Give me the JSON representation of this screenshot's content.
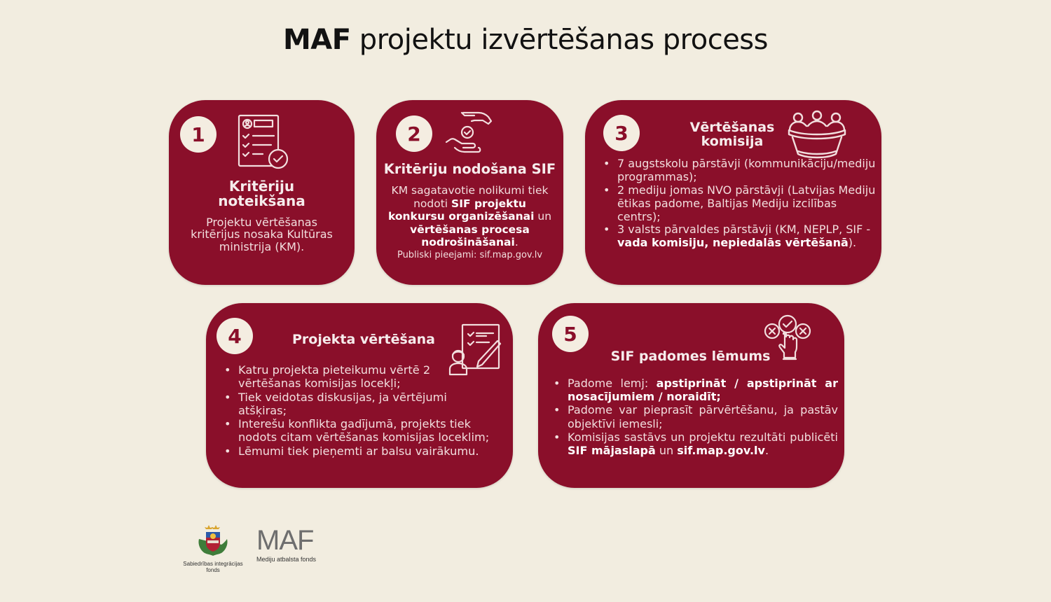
{
  "title": {
    "bold": "MAF",
    "rest": " projektu izvērtēšanas process"
  },
  "colors": {
    "background": "#f2ede0",
    "card": "#8a0f2a",
    "badge": "#f4ede1",
    "text_light": "#f2dede"
  },
  "steps": [
    {
      "number": "1",
      "icon": "checklist-document-icon",
      "title": "Kritēriju noteikšana",
      "title_lines": [
        "Kritēriju",
        "noteikšana"
      ],
      "text": "Projektu vērtēšanas kritērijus nosaka Kultūras ministrija (KM)."
    },
    {
      "number": "2",
      "icon": "hands-handover-icon",
      "title": "Kritēriju nodošana SIF",
      "text_parts": {
        "p1": "KM sagatavotie nolikumi tiek nodoti ",
        "b1": "SIF projektu konkursu organizēšanai",
        "p2": " un ",
        "b2": "vērtēšanas procesa nodrošināšanai",
        "p3": "."
      },
      "note": "Publiski pieejami: sif.map.gov.lv"
    },
    {
      "number": "3",
      "icon": "committee-people-icon",
      "title_lines": [
        "Vērtēšanas",
        "komisija"
      ],
      "bullets": [
        "7 augstskolu pārstāvji (kommunikāciju/mediju programmas);",
        "2 mediju jomas NVO pārstāvji (Latvijas Mediju ētikas padome, Baltijas Mediju izcilības centrs);"
      ],
      "bullet3": {
        "p1": "3 valsts pārvaldes pārstāvji (KM, NEPLP, SIF - ",
        "b1": "vada komisiju, nepiedalās vērtēšanā",
        "p2": ")."
      }
    },
    {
      "number": "4",
      "icon": "evaluator-checklist-pen-icon",
      "title": "Projekta vērtēšana",
      "bullets": [
        "Katru projekta pieteikumu vērtē 2 vērtēšanas komisijas locekļi;",
        "Tiek veidotas diskusijas, ja vērtējumi atšķiras;",
        "Interešu konflikta gadījumā, projekts tiek nodots citam vērtēšanas komisijas loceklim;",
        "Lēmumi tiek pieņemti ar balsu vairākumu."
      ]
    },
    {
      "number": "5",
      "icon": "vote-choice-hand-icon",
      "title": "SIF padomes lēmums",
      "bullet1": {
        "p1": "Padome lemj: ",
        "b1": "apstiprināt / apstiprināt ar nosacījumiem / noraidīt;"
      },
      "bullet2": "Padome var pieprasīt pārvērtēšanu, ja pastāv objektīvi iemesli;",
      "bullet3": {
        "p1": "Komisijas sastāvs un projektu rezultāti publicēti ",
        "b1": "SIF mājaslapā",
        "p2": " un ",
        "b2": "sif.map.gov.lv",
        "p3": "."
      }
    }
  ],
  "footer": {
    "sif_logo_caption": "Sabiedrības integrācijas fonds",
    "maf_logo_mark": "MAF",
    "maf_logo_caption": "Mediju atbalsta fonds"
  }
}
